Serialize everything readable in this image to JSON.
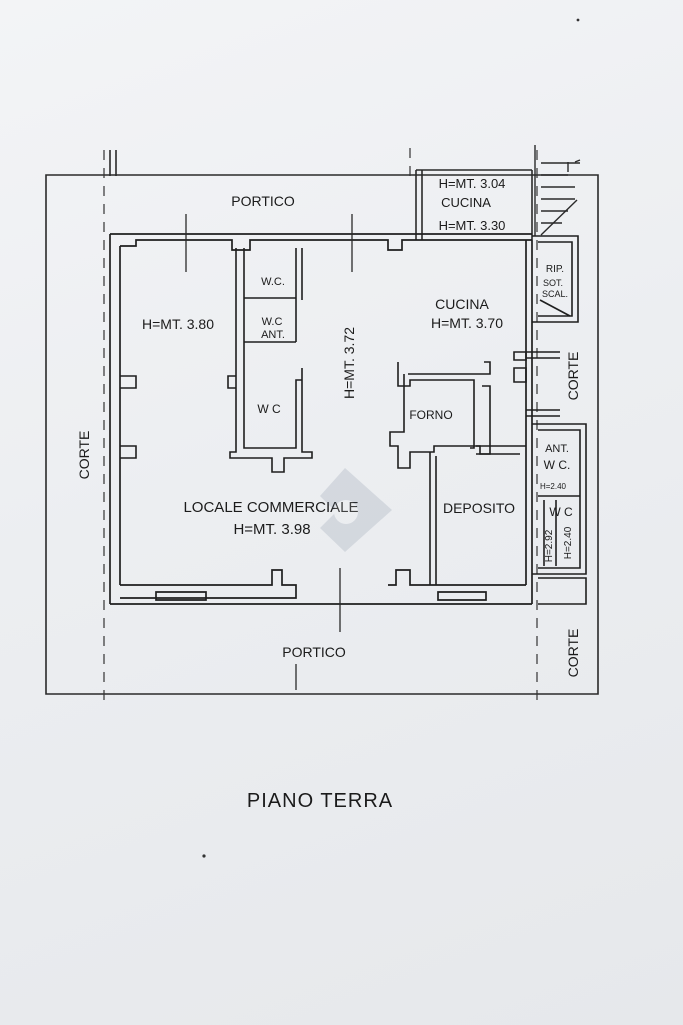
{
  "plan": {
    "title": "PIANO TERRA",
    "watermark": "",
    "outside": {
      "portico_top": "PORTICO",
      "portico_bottom": "PORTICO",
      "corte_left": "CORTE",
      "corte_right_top": "CORTE",
      "corte_right_bottom": "CORTE"
    },
    "rooms": {
      "kitchen_top_height_1": "H=MT. 3.04",
      "kitchen_top_name": "CUCINA",
      "kitchen_top_height_2": "H=MT. 3.30",
      "room_left_height": "H=MT. 3.80",
      "wc_1": "W.C.",
      "wc_ant_line_1": "W.C",
      "wc_ant_line_2": "ANT.",
      "wc_2": "W C",
      "center_height": "H=MT. 3.72",
      "kitchen_name": "CUCINA",
      "kitchen_height": "H=MT. 3.70",
      "forno": "FORNO",
      "store_name": "LOCALE COMMERCIALE",
      "store_height": "H=MT. 3.98",
      "deposito": "DEPOSITO",
      "rip_line_1": "RIP.",
      "rip_line_2": "SOT.",
      "rip_line_3": "SCAL.",
      "ant_wc_line_1": "ANT.",
      "ant_wc_line_2": "W C.",
      "ant_wc_height": "H=2.40",
      "wc_right": "W C",
      "wc_right_height_1": "H=2.92",
      "wc_right_height_2": "H=2.40"
    }
  }
}
